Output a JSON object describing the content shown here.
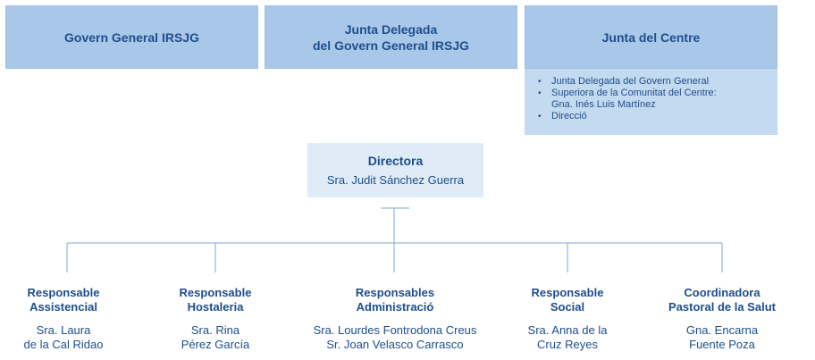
{
  "top_boxes": {
    "govern": "Govern General IRSJG",
    "junta_delegada": "Junta Delegada\ndel Govern General IRSJG",
    "junta_centre": "Junta del Centre"
  },
  "centre_list": {
    "items": [
      "Junta Delegada del Govern General",
      "Superiora de la Comunitat del Centre:",
      "Direcció"
    ],
    "sub_item": "Gna. Inés Luis Martínez",
    "bullet": "•"
  },
  "director": {
    "title": "Directora",
    "name": "Sra. Judit Sánchez Guerra"
  },
  "responsibles": [
    {
      "title": "Responsable\nAssistencial",
      "names": "Sra. Laura\nde la Cal Ridao"
    },
    {
      "title": "Responsable\nHostaleria",
      "names": "Sra. Rina\nPérez García"
    },
    {
      "title": "Responsables\nAdministració",
      "names": "Sra. Lourdes Fontrodona Creus\nSr. Joan Velasco Carrasco"
    },
    {
      "title": "Responsable\nSocial",
      "names": "Sra. Anna de la\nCruz Reyes"
    },
    {
      "title": "Coordinadora\nPastoral de la Salut",
      "names": "Gna. Encarna\nFuente Poza"
    }
  ],
  "colors": {
    "header_box": "#a9c8e9",
    "list_box": "#c4daf0",
    "director_box": "#dfebf7",
    "text": "#1e4e8c",
    "connector": "#7aa7d6"
  }
}
